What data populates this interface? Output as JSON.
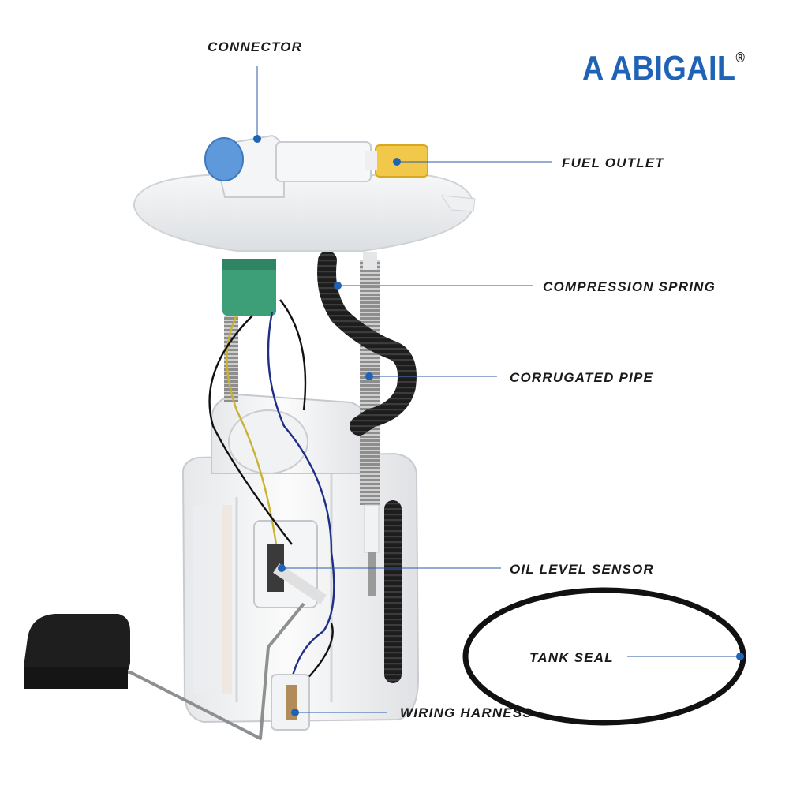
{
  "brand": {
    "name": "A ABIGAIL",
    "mark": "®"
  },
  "callouts": {
    "connector": "CONNECTOR",
    "fuel_outlet": "FUEL OUTLET",
    "compression_spring": "COMPRESSION SPRING",
    "corrugated_pipe": "CORRUGATED PIPE",
    "oil_level_sensor": "OIL LEVEL SENSOR",
    "tank_seal": "TANK SEAL",
    "wiring_harness": "WIRING HARNESS"
  },
  "colors": {
    "accent_blue": "#1f63b6",
    "leader_line": "#2e5aa8",
    "text": "#1a1a1a"
  }
}
